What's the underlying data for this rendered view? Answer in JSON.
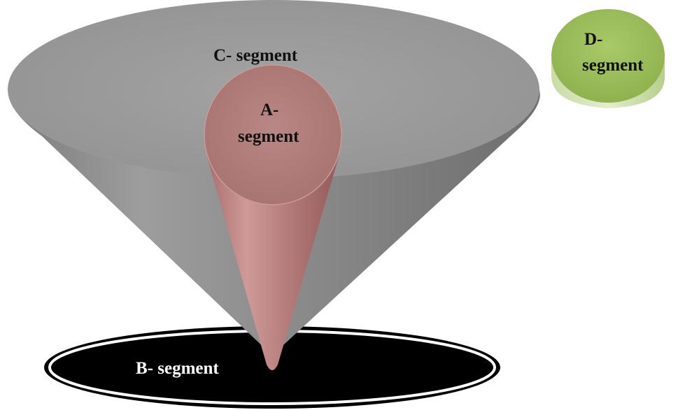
{
  "diagram": {
    "segments": {
      "c": {
        "label": "C- segment",
        "color": "#9b9b9b"
      },
      "a": {
        "label_line1": "A-",
        "label_line2": "segment",
        "color": "#b07a78"
      },
      "d": {
        "label_line1": "D-",
        "label_line2": "segment",
        "color": "#9bbe5a"
      },
      "b": {
        "label": "B- segment",
        "color": "#000000"
      }
    }
  }
}
